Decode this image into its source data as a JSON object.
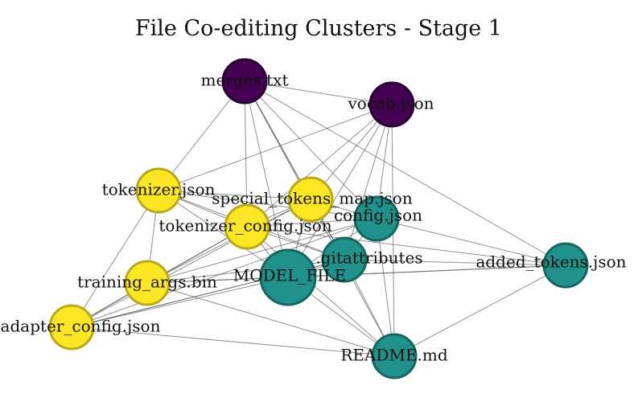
{
  "title": "File Co-editing Clusters - Stage 1",
  "palette": {
    "purple": {
      "fill": "#440154",
      "stroke": "#2a0134"
    },
    "teal": {
      "fill": "#21918c",
      "stroke": "#166660"
    },
    "yellow": {
      "fill": "#fde725",
      "stroke": "#b8a81a"
    }
  },
  "nodes": [
    {
      "id": "merges",
      "label": "merges.txt",
      "cluster": "purple"
    },
    {
      "id": "vocab",
      "label": "vocab.json",
      "cluster": "purple"
    },
    {
      "id": "tokenizer",
      "label": "tokenizer.json",
      "cluster": "yellow"
    },
    {
      "id": "special",
      "label": "special_tokens_map.json",
      "cluster": "yellow"
    },
    {
      "id": "tokcfg",
      "label": "tokenizer_config.json",
      "cluster": "yellow"
    },
    {
      "id": "config",
      "label": "config.json",
      "cluster": "teal"
    },
    {
      "id": "gitattr",
      "label": ".gitattributes",
      "cluster": "teal"
    },
    {
      "id": "model",
      "label": "MODEL_FILE",
      "cluster": "teal"
    },
    {
      "id": "added",
      "label": "added_tokens.json",
      "cluster": "teal"
    },
    {
      "id": "training",
      "label": "training_args.bin",
      "cluster": "yellow"
    },
    {
      "id": "adapter",
      "label": "adapter_config.json",
      "cluster": "yellow"
    },
    {
      "id": "readme",
      "label": "README.md",
      "cluster": "teal"
    }
  ],
  "edges": [
    [
      "merges",
      "vocab"
    ],
    [
      "merges",
      "tokenizer"
    ],
    [
      "merges",
      "special"
    ],
    [
      "merges",
      "tokcfg"
    ],
    [
      "merges",
      "config"
    ],
    [
      "merges",
      "gitattr"
    ],
    [
      "merges",
      "model"
    ],
    [
      "merges",
      "readme"
    ],
    [
      "merges",
      "added"
    ],
    [
      "vocab",
      "tokenizer"
    ],
    [
      "vocab",
      "special"
    ],
    [
      "vocab",
      "tokcfg"
    ],
    [
      "vocab",
      "config"
    ],
    [
      "vocab",
      "gitattr"
    ],
    [
      "vocab",
      "model"
    ],
    [
      "vocab",
      "readme"
    ],
    [
      "tokenizer",
      "special"
    ],
    [
      "tokenizer",
      "tokcfg"
    ],
    [
      "tokenizer",
      "training"
    ],
    [
      "tokenizer",
      "adapter"
    ],
    [
      "tokenizer",
      "model"
    ],
    [
      "tokenizer",
      "gitattr"
    ],
    [
      "tokenizer",
      "config"
    ],
    [
      "special",
      "tokcfg"
    ],
    [
      "special",
      "config"
    ],
    [
      "special",
      "gitattr"
    ],
    [
      "special",
      "model"
    ],
    [
      "special",
      "training"
    ],
    [
      "special",
      "adapter"
    ],
    [
      "tokcfg",
      "config"
    ],
    [
      "tokcfg",
      "gitattr"
    ],
    [
      "tokcfg",
      "model"
    ],
    [
      "tokcfg",
      "training"
    ],
    [
      "tokcfg",
      "adapter"
    ],
    [
      "tokcfg",
      "added"
    ],
    [
      "tokcfg",
      "readme"
    ],
    [
      "config",
      "gitattr"
    ],
    [
      "config",
      "model"
    ],
    [
      "config",
      "added"
    ],
    [
      "config",
      "readme"
    ],
    [
      "config",
      "training"
    ],
    [
      "config",
      "adapter"
    ],
    [
      "gitattr",
      "model"
    ],
    [
      "gitattr",
      "added"
    ],
    [
      "gitattr",
      "readme"
    ],
    [
      "gitattr",
      "training"
    ],
    [
      "gitattr",
      "adapter"
    ],
    [
      "model",
      "added"
    ],
    [
      "model",
      "readme"
    ],
    [
      "model",
      "training"
    ],
    [
      "model",
      "adapter"
    ],
    [
      "training",
      "adapter"
    ],
    [
      "training",
      "readme"
    ],
    [
      "adapter",
      "readme"
    ],
    [
      "adapter",
      "gitattr"
    ],
    [
      "added",
      "readme"
    ],
    [
      "training",
      "added"
    ]
  ]
}
